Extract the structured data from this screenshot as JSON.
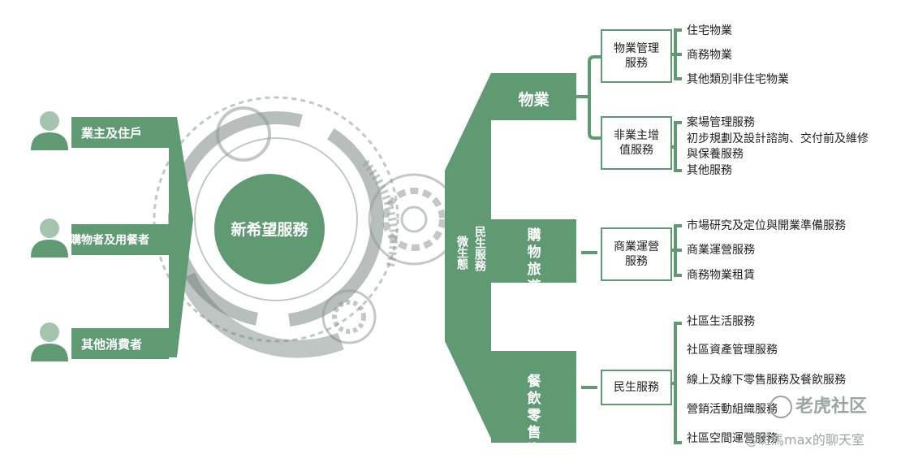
{
  "colors": {
    "accent": "#5f9a73",
    "accent_dark": "#3f7d57",
    "decor": "#7f8c88"
  },
  "consumers": [
    {
      "label": "業主及住戶",
      "icon": "person-icon"
    },
    {
      "label": "購物者及用餐者",
      "icon": "person-icon"
    },
    {
      "label": "其他消費者",
      "icon": "person-icon"
    }
  ],
  "center": {
    "label": "新希望服務"
  },
  "ecosystem": {
    "line1": "微生態",
    "line2": "民生服務"
  },
  "segments": [
    {
      "label": "物業",
      "categories": [
        {
          "box": "物業管理服務",
          "items": [
            "住宅物業",
            "商務物業",
            "其他類別非住宅物業"
          ]
        },
        {
          "box": "非業主增值服務",
          "items": [
            "案場管理服務",
            "初步規劃及設計諮詢、交付前及維修與保養服務",
            "其他服務"
          ]
        }
      ]
    },
    {
      "label": "購物旅遊娛樂",
      "categories": [
        {
          "box": "商業運營服務",
          "items": [
            "市場研究及定位與開業準備服務",
            "商業運營服務",
            "商務物業租賃"
          ]
        }
      ]
    },
    {
      "label": "餐飲零售資產",
      "categories": [
        {
          "box": "民生服務",
          "items": [
            "社區生活服務",
            "社區資產管理服務",
            "線上及線下零售服務及餐飲服務",
            "營銷活動組織服務",
            "社區空間運營服務"
          ]
        }
      ]
    }
  ],
  "watermark": {
    "brand": "老虎社区",
    "sub": "@斑馬max的聊天室"
  }
}
